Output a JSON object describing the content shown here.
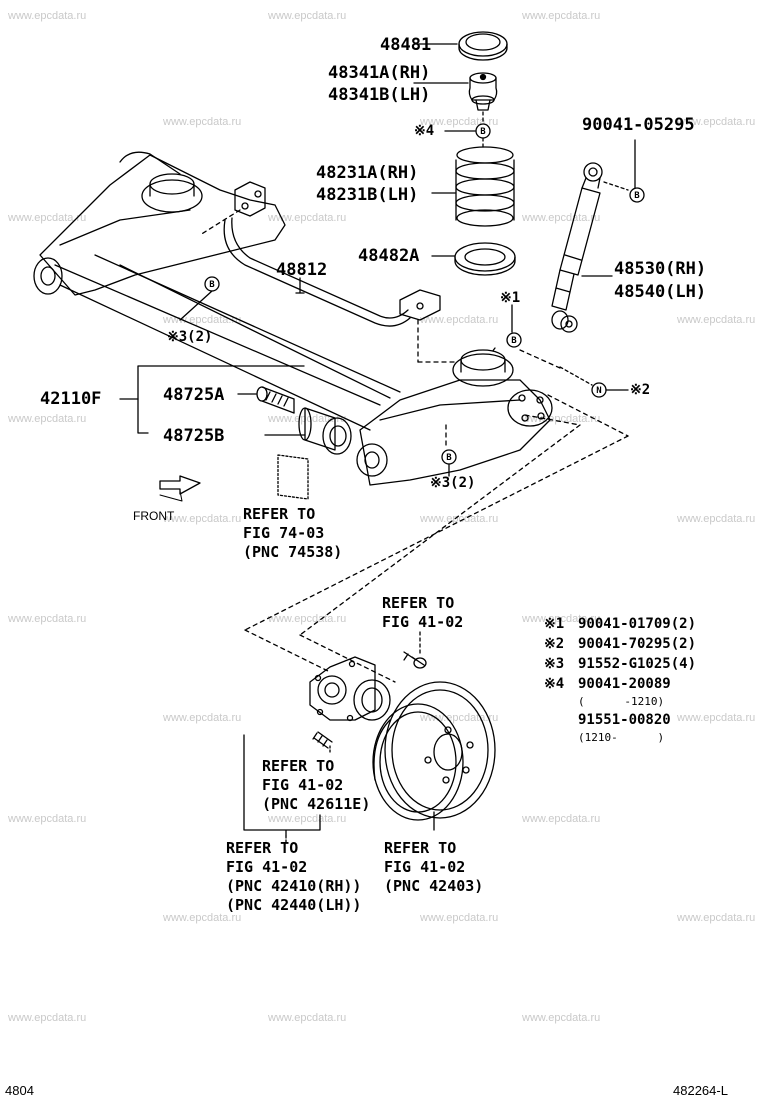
{
  "watermark": "www.epcdata.ru",
  "parts": {
    "p48481": "48481",
    "p48341a": "48341A(RH)",
    "p48341b": "48341B(LH)",
    "note4_ref": "※4",
    "p48231a": "48231A(RH)",
    "p48231b": "48231B(LH)",
    "p48482a": "48482A",
    "p90041_05295": "90041-05295",
    "p48812": "48812",
    "p48530": "48530(RH)",
    "p48540": "48540(LH)",
    "note1_ref": "※1",
    "note2_ref": "※2",
    "note3_ref_upper": "※3(2)",
    "note3_ref_lower": "※3(2)",
    "p42110f": "42110F",
    "p48725a": "48725A",
    "p48725b": "48725B",
    "front": "FRONT"
  },
  "callouts": {
    "b_marker": "B",
    "n_marker": "N"
  },
  "refs": {
    "r74_03": [
      "REFER TO",
      "FIG 74-03",
      "(PNC 74538)"
    ],
    "r41_02_top": [
      "REFER TO",
      "FIG 41-02"
    ],
    "r41_02_bolt": [
      "REFER TO",
      "FIG 41-02",
      "(PNC 42611E)"
    ],
    "r41_02_hub": [
      "REFER TO",
      "FIG 41-02",
      "(PNC 42410(RH))",
      "(PNC 42440(LH))"
    ],
    "r41_02_drum": [
      "REFER TO",
      "FIG 41-02",
      "(PNC 42403)"
    ]
  },
  "notes": [
    {
      "mark": "※1",
      "part": "90041-01709(2)"
    },
    {
      "mark": "※2",
      "part": "90041-70295(2)"
    },
    {
      "mark": "※3",
      "part": "91552-G1025(4)"
    },
    {
      "mark": "※4",
      "part": "90041-20089"
    },
    {
      "mark": "",
      "part": "(      -1210)"
    },
    {
      "mark": "",
      "part": "91551-00820"
    },
    {
      "mark": "",
      "part": "(1210-      )"
    }
  ],
  "footer": {
    "left": "4804",
    "right": "482264-L"
  }
}
